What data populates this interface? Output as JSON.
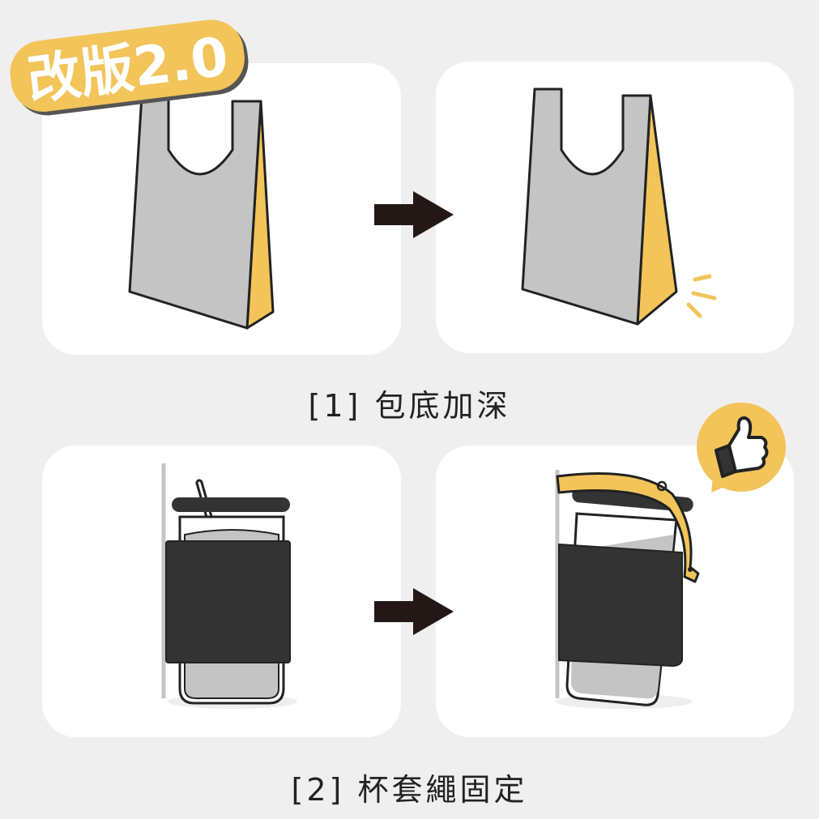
{
  "badge": {
    "text": "改版2.0"
  },
  "sections": [
    {
      "caption": "[1] 包底加深",
      "before": "bag-original",
      "after": "bag-deeper-bottom"
    },
    {
      "caption": "[2] 杯套繩固定",
      "before": "cup-sleeve-original",
      "after": "cup-sleeve-with-strap"
    }
  ],
  "colors": {
    "background": "#efefef",
    "panel": "#ffffff",
    "accent": "#f2c45a",
    "dark": "#333333",
    "grey": "#c4c4c4"
  },
  "icons": [
    "arrow-right-icon",
    "thumbs-up-icon"
  ]
}
